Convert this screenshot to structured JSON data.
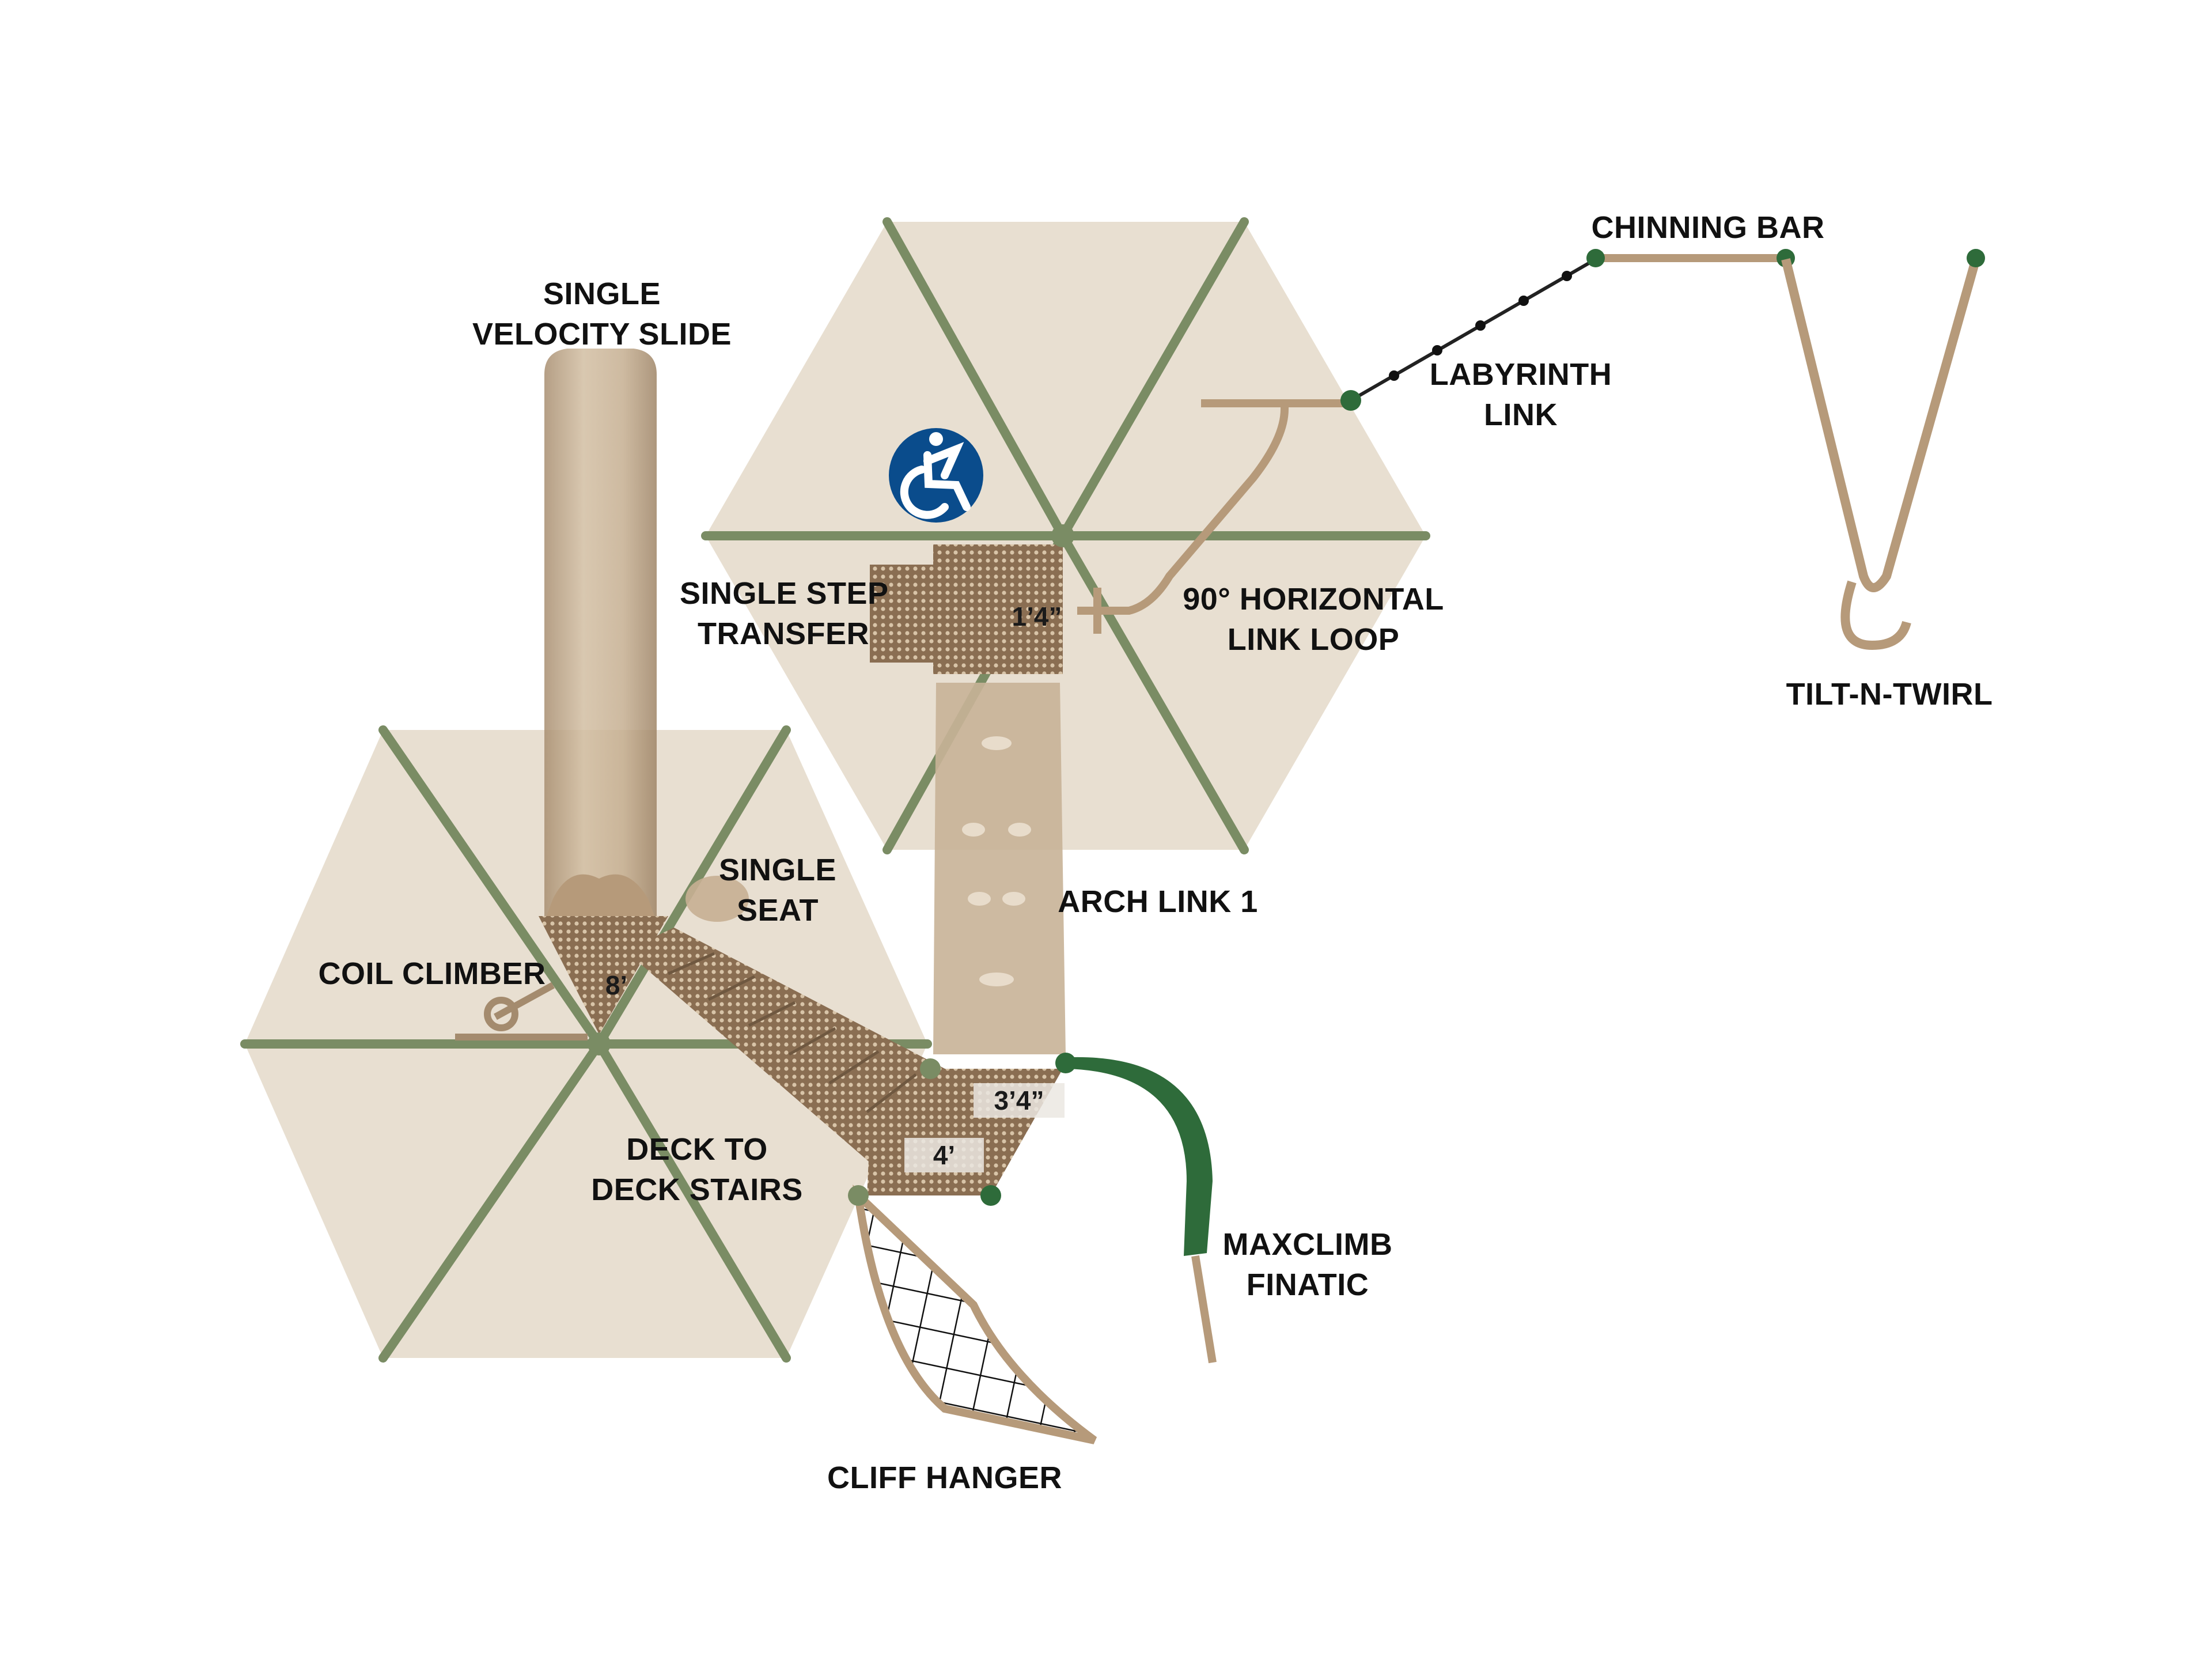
{
  "diagram": {
    "components": {
      "single_velocity_slide": {
        "line1": "SINGLE",
        "line2": "VELOCITY SLIDE"
      },
      "chinning_bar": "CHINNING BAR",
      "labyrinth_link": {
        "line1": "LABYRINTH",
        "line2": "LINK"
      },
      "single_step_transfer": {
        "line1": "SINGLE STEP",
        "line2": "TRANSFER"
      },
      "horizontal_link_loop": {
        "line1": "90° HORIZONTAL",
        "line2": "LINK LOOP"
      },
      "tilt_n_twirl": "TILT-N-TWIRL",
      "single_seat": {
        "line1": "SINGLE",
        "line2": "SEAT"
      },
      "arch_link": "ARCH LINK 1",
      "coil_climber": "COIL CLIMBER",
      "deck_to_deck_stairs": {
        "line1": "DECK TO",
        "line2": "DECK STAIRS"
      },
      "maxclimb_finatic": {
        "line1": "MAXCLIMB",
        "line2": "FINATIC"
      },
      "cliff_hanger": "CLIFF HANGER"
    },
    "deck_heights": {
      "transfer_deck": "1’4”",
      "left_deck": "8’",
      "mid_deck": "3’4”",
      "low_deck": "4’"
    },
    "icons": [
      "accessibility-icon"
    ],
    "colors": {
      "roof": "#E6DCCD",
      "roof_ribs": "#7A8C64",
      "structure_tan": "#B69A7A",
      "green_accent": "#2E6B3A",
      "accessibility_blue": "#0A4C8C"
    }
  }
}
